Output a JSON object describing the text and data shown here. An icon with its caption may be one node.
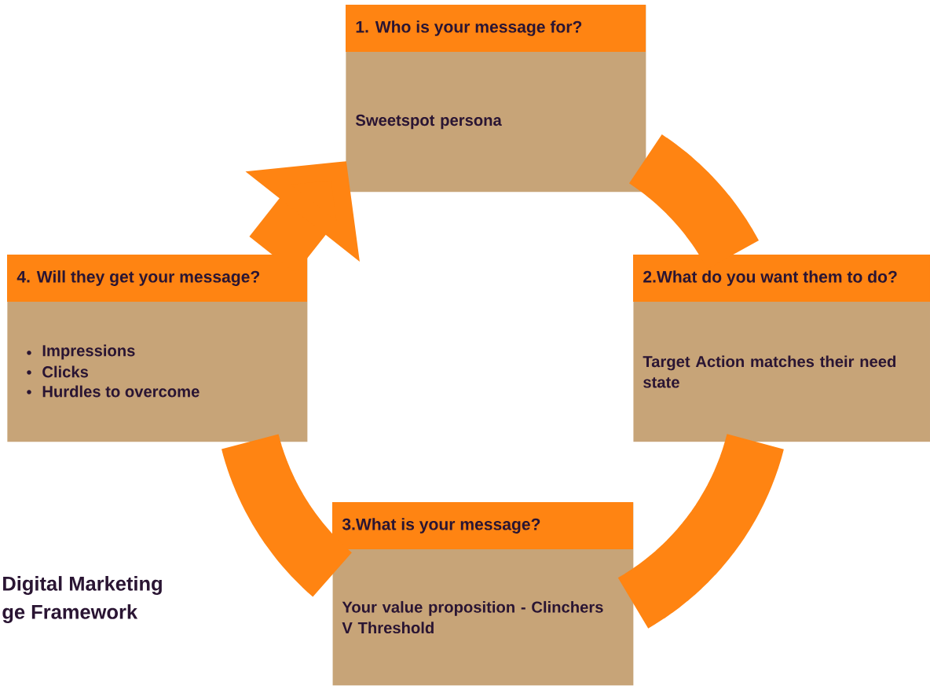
{
  "diagram": {
    "nodes": [
      {
        "text": [
          "1. Who is your message for?",
          "Sweetspot persona"
        ]
      },
      {
        "text": [
          "2.What do you want them to do?",
          "Target Action matches their need state"
        ]
      },
      {
        "text": [
          "3.What is your message?",
          "Your value proposition - Clinchers V Threshold"
        ]
      },
      {
        "text": [
          "4. Will they get your message?",
          "Impressions",
          "Clicks",
          "Hurdles to overcome"
        ]
      }
    ],
    "edges": [
      {
        "from": 0,
        "to": 1,
        "arrow": "none"
      },
      {
        "from": 1,
        "to": 2,
        "arrow": "none"
      },
      {
        "from": 2,
        "to": 3,
        "arrow": "none"
      },
      {
        "from": 3,
        "to": 0,
        "arrow": "to"
      }
    ],
    "labels": [
      "Digital Marketing",
      "ge Framework"
    ]
  }
}
